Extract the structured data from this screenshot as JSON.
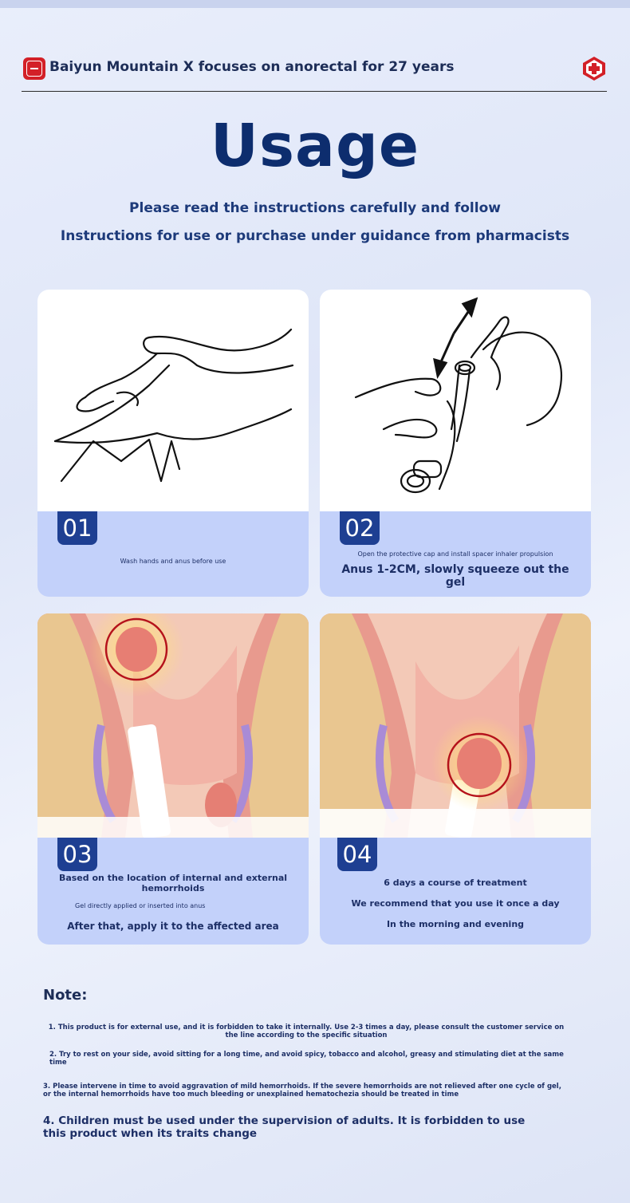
{
  "header": {
    "brand_text": "Baiyun Mountain X focuses on anorectal for 27 years",
    "logo_icon": "brand-logo-icon",
    "badge_icon": "medical-cross-icon"
  },
  "title": "Usage",
  "subtitle": {
    "line1": "Please read the instructions carefully and follow",
    "line2": "Instructions for use or purchase under guidance from pharmacists"
  },
  "steps": [
    {
      "number": "01",
      "lines": [
        "Wash hands and anus before use"
      ],
      "image": "hand-wiping-illustration"
    },
    {
      "number": "02",
      "lines": [
        "Open the protective cap and install spacer inhaler propulsion",
        "Anus 1-2CM, slowly squeeze out the gel"
      ],
      "image": "applicator-illustration"
    },
    {
      "number": "03",
      "lines": [
        "Based on the location of internal and external hemorrhoids",
        "Gel directly applied or inserted into anus",
        "After that, apply it to the affected area"
      ],
      "image": "internal-hemorrhoid-illustration"
    },
    {
      "number": "04",
      "lines": [
        "6 days a course of treatment",
        "We recommend that you use it once a day",
        "In the morning and evening"
      ],
      "image": "external-hemorrhoid-illustration"
    }
  ],
  "note": {
    "heading": "Note:",
    "items": [
      "1. This product is for external use, and it is forbidden to take it internally. Use 2-3 times a day, please consult the customer service on the line according to the specific situation",
      "2. Try to rest on your side, avoid sitting for a long time, and avoid spicy, tobacco and alcohol, greasy and stimulating diet at the same time",
      "3. Please intervene in time to avoid aggravation of mild hemorrhoids. If the severe hemorrhoids are not relieved after one cycle of gel, or the internal hemorrhoids have too much bleeding or unexplained hematochezia should be treated in time",
      "4. Children must be used under the supervision of adults. It is forbidden to use this product when its traits change"
    ]
  },
  "colors": {
    "title": "#0d2d6e",
    "card_bg": "#c3d1fa",
    "number_badge": "#1e3f92",
    "brand_red": "#d32027",
    "highlight_ring": "#b5121b"
  }
}
